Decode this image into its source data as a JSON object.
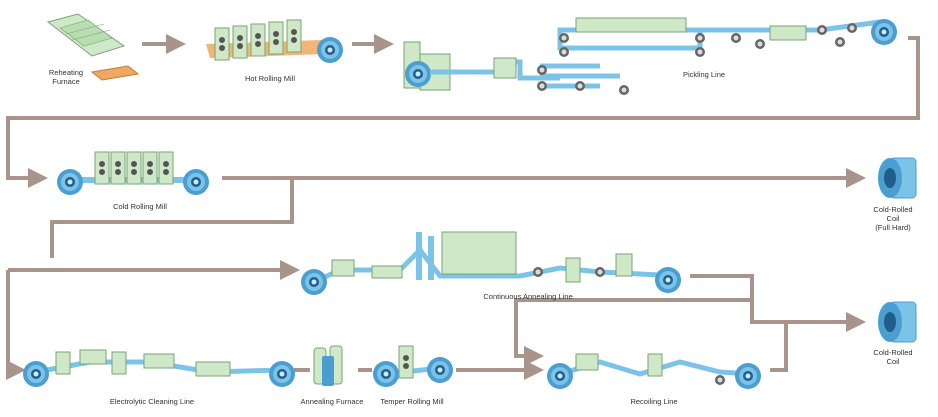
{
  "colors": {
    "flow_line": "#a8948a",
    "strip": "#7cc3e8",
    "strip_dark": "#4a9fd0",
    "equipment": "#cfe8c8",
    "equipment_dark": "#8fbf88",
    "roller": "#2a6fa0",
    "slab": "#f0a860"
  },
  "labels": {
    "reheating_furnace": "Reheating\nFurnace",
    "hot_rolling_mill": "Hot Rolling Mill",
    "pickling_line": "Pickling Line",
    "cold_rolling_mill": "Cold Rolling Mill",
    "cold_rolled_coil_full_hard": "Cold-Rolled Coil\n(Full Hard)",
    "continuous_annealing_line": "Continuous Annealing Line",
    "cold_rolled_coil": "Cold-Rolled Coil",
    "electrolytic_cleaning_line": "Electrolytic Cleaning Line",
    "annealing_furnace": "Annealing Furnace",
    "temper_rolling_mill": "Temper Rolling Mill",
    "recoiling_line": "Recoiling Line"
  }
}
